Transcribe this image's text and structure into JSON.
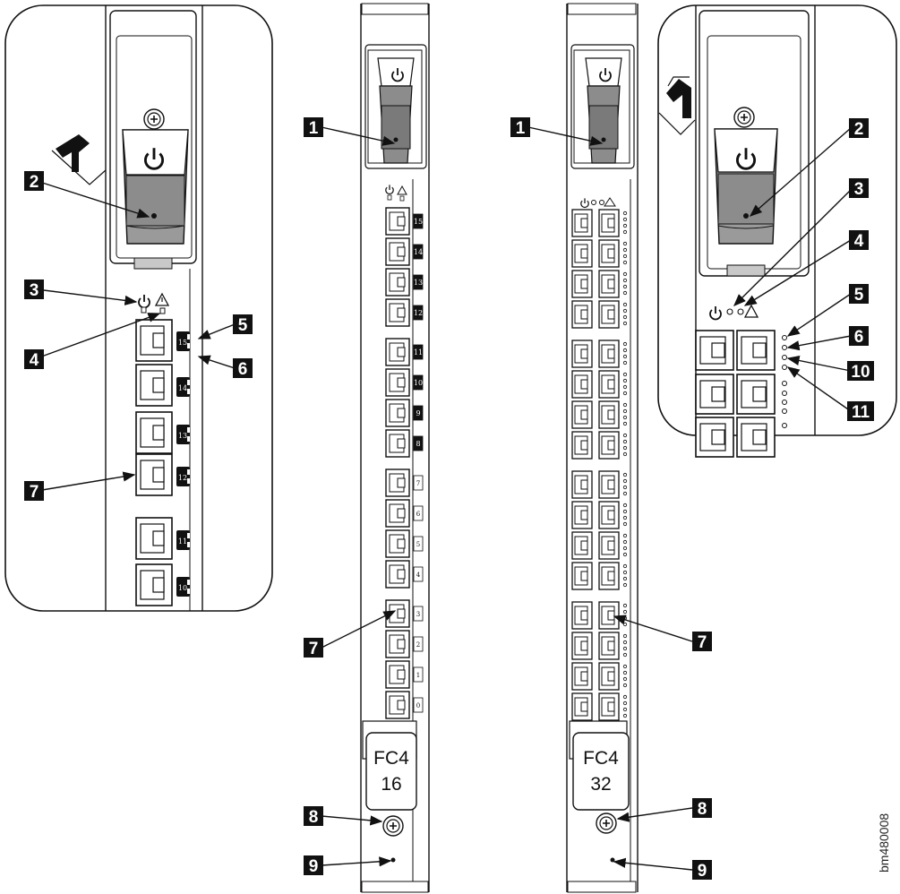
{
  "figure_code": "bm480008",
  "blade_16": {
    "plate_line1": "FC4",
    "plate_line2": "16",
    "port_numbers": [
      "15",
      "14",
      "13",
      "12",
      "11",
      "10",
      "9",
      "8",
      "7",
      "6",
      "5",
      "4",
      "3",
      "2",
      "1",
      "0"
    ]
  },
  "blade_32": {
    "plate_line1": "FC4",
    "plate_line2": "32"
  },
  "left_detail": {
    "port_numbers": [
      "15",
      "14",
      "13",
      "12",
      "11",
      "10"
    ]
  },
  "callouts": {
    "c1": "1",
    "c2": "2",
    "c3": "3",
    "c4": "4",
    "c5": "5",
    "c6": "6",
    "c7": "7",
    "c8": "8",
    "c9": "9",
    "c10": "10",
    "c11": "11"
  },
  "icons": [
    "power-icon",
    "warning-icon",
    "screw-icon",
    "insert-arrow-icon"
  ]
}
